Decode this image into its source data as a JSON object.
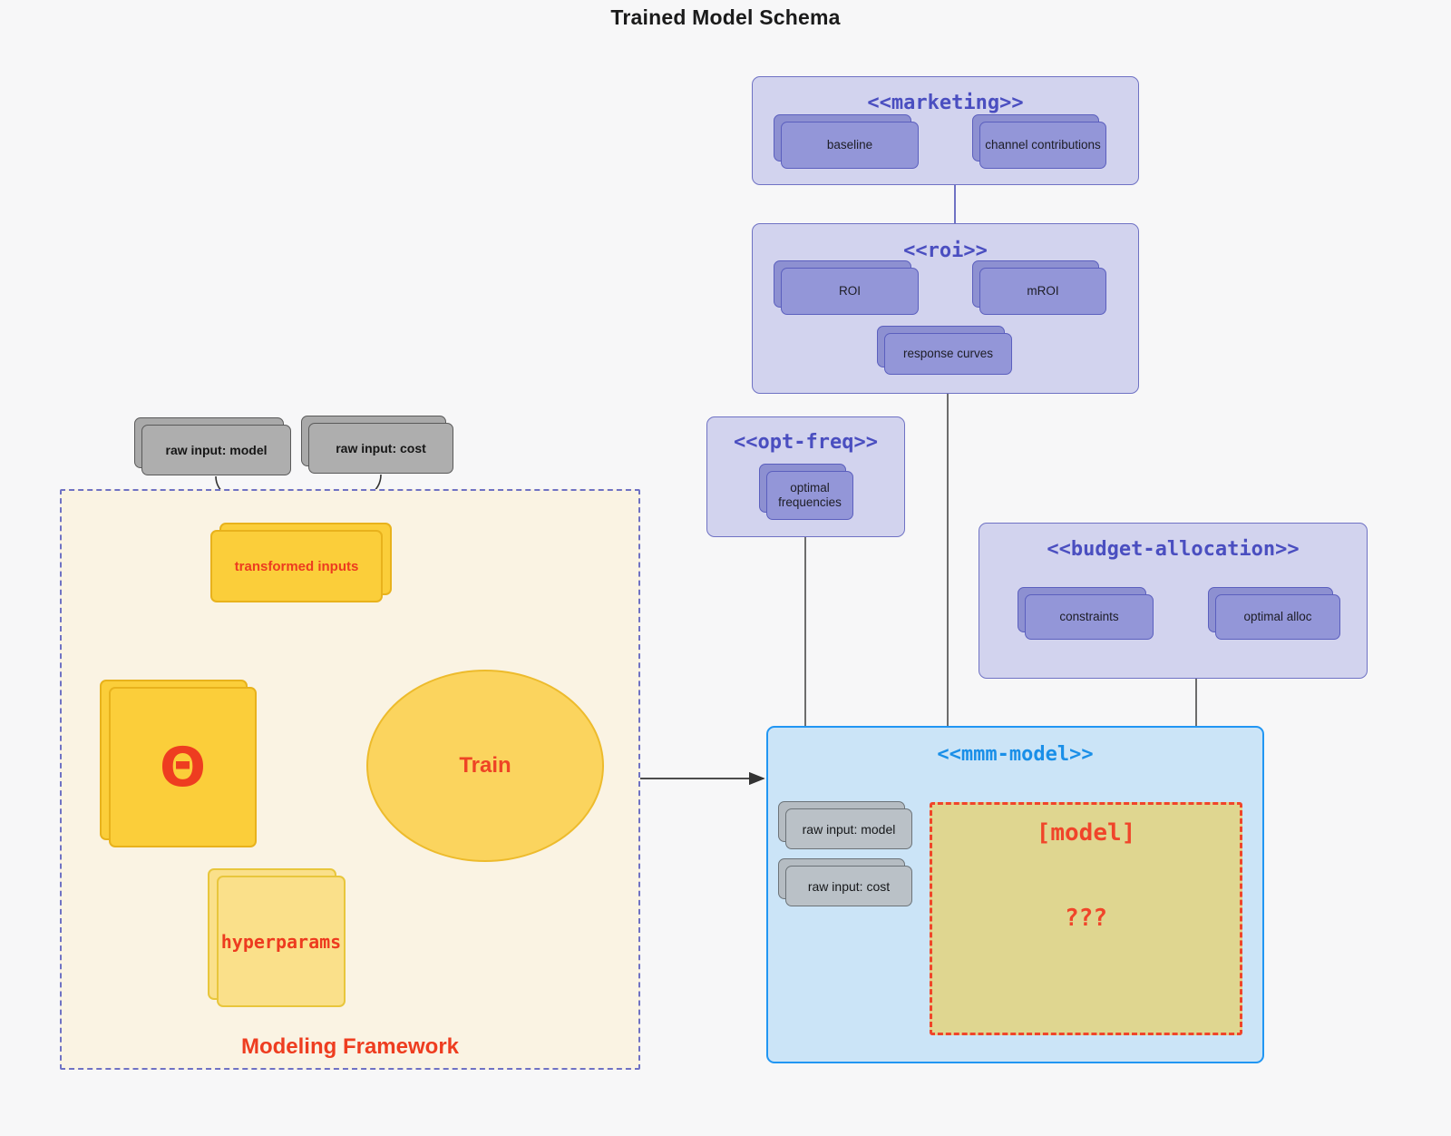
{
  "title": "Trained Model Schema",
  "colors": {
    "bg": "#f7f7f8",
    "purple_pkg_fill": "#d2d3ee",
    "purple_pkg_border": "#6f72c4",
    "purple_node_fill": "#9396d8",
    "purple_node_border": "#5b5fbe",
    "blue_pkg_fill": "#cbe4f7",
    "blue_pkg_border": "#2196f3",
    "grey_node_fill": "#aeaeae",
    "framework_fill": "#faf3e3",
    "accent_red": "#ee3d20",
    "yellow_node": "#fbce3a",
    "model_box_fill": "#dfd690"
  },
  "packages": {
    "marketing": {
      "label": "<<marketing>>",
      "nodes": [
        {
          "label": "baseline"
        },
        {
          "label": "channel contributions"
        }
      ]
    },
    "roi": {
      "label": "<<roi>>",
      "nodes": [
        {
          "label": "ROI"
        },
        {
          "label": "mROI"
        },
        {
          "label": "response curves"
        }
      ]
    },
    "opt_freq": {
      "label": "<<opt-freq>>",
      "nodes": [
        {
          "label": "optimal frequencies"
        }
      ]
    },
    "budget_allocation": {
      "label": "<<budget-allocation>>",
      "nodes": [
        {
          "label": "constraints"
        },
        {
          "label": "optimal alloc"
        }
      ]
    },
    "mmm_model": {
      "label": "<<mmm-model>>",
      "nodes": [
        {
          "label": "raw input: model"
        },
        {
          "label": "raw input: cost"
        }
      ],
      "model_box": {
        "title": "[model]",
        "unknown": "???"
      }
    }
  },
  "inputs": {
    "raw_model": "raw input: model",
    "raw_cost": "raw input: cost"
  },
  "framework": {
    "label": "Modeling Framework",
    "transformed_inputs": "transformed inputs",
    "theta": "Θ",
    "hyperparams": "hyperparams",
    "train": "Train"
  }
}
